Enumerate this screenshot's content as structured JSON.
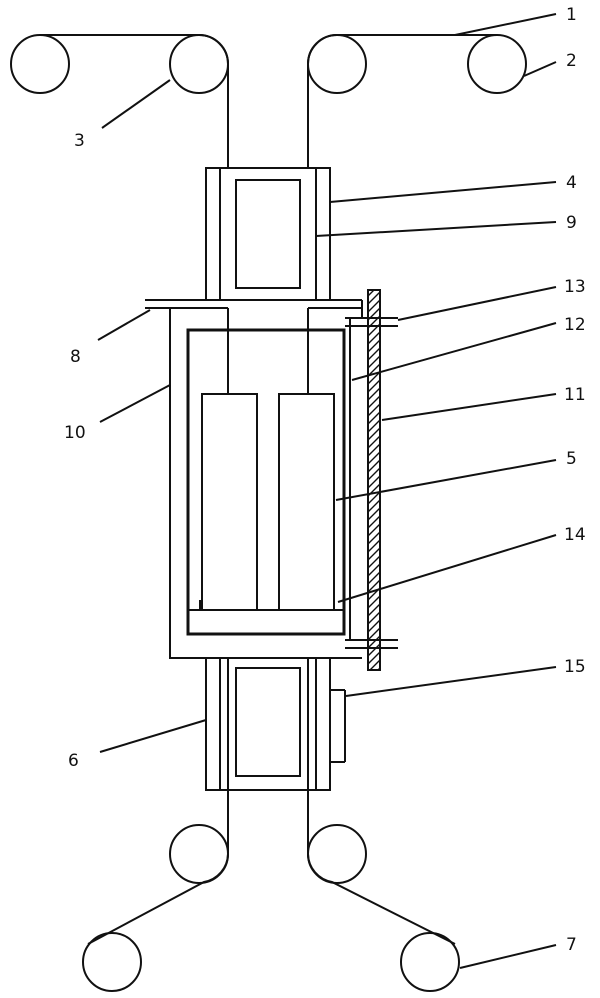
{
  "figure": {
    "labels": {
      "n1": "1",
      "n2": "2",
      "n3": "3",
      "n4": "4",
      "n5": "5",
      "n6": "6",
      "n7": "7",
      "n8": "8",
      "n9": "9",
      "n10": "10",
      "n11": "11",
      "n12": "12",
      "n13": "13",
      "n14": "14",
      "n15": "15"
    }
  }
}
